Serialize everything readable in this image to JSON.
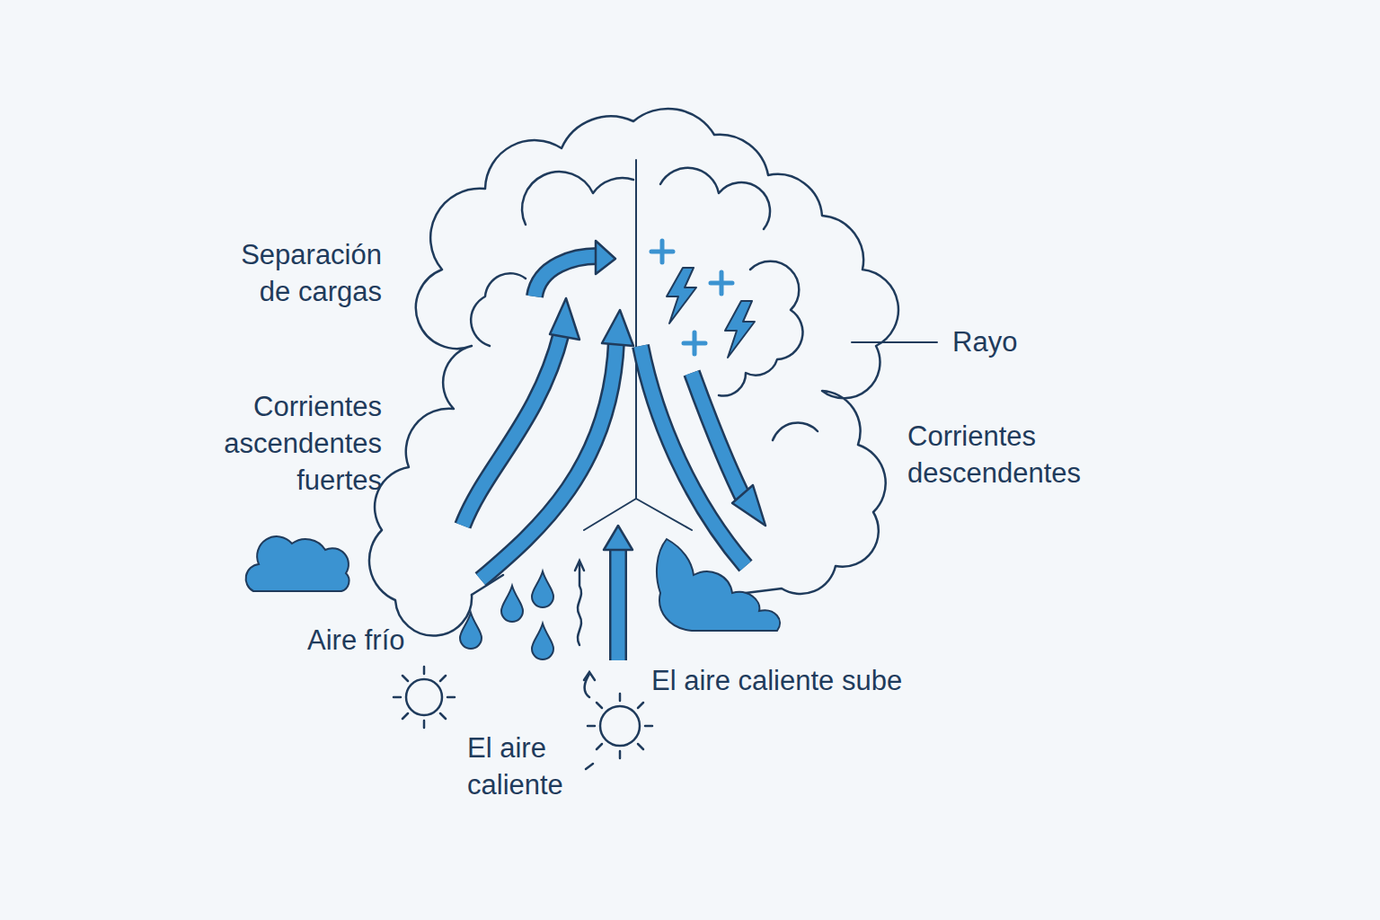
{
  "diagram": {
    "labels": [
      "Separación de cargas",
      "Corrientes ascendentes fuertes",
      "Rayo",
      "Corrientes descendentes",
      "Aire frío",
      "El aire caliente sube",
      "El aire caliente"
    ]
  }
}
